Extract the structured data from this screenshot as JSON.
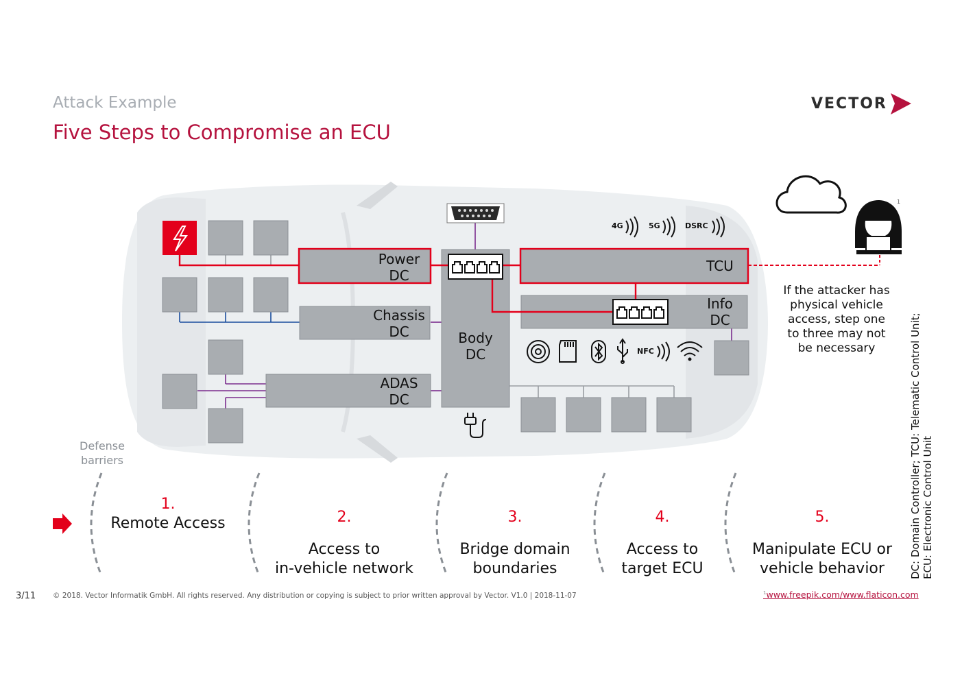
{
  "header": {
    "subtitle": "Attack Example",
    "title": "Five Steps to Compromise an ECU",
    "logo_text": "VECTOR"
  },
  "colors": {
    "brand_red": "#b5123e",
    "attack_red": "#e3001b",
    "box_gray": "#a9adb1",
    "purple_line": "#7b2d8e",
    "blue_line": "#1a4d9e"
  },
  "diagram": {
    "domain_controllers": {
      "power": "Power\nDC",
      "chassis": "Chassis\nDC",
      "adas": "ADAS\nDC",
      "body": "Body\nDC",
      "tcu": "TCU",
      "info": "Info\nDC"
    },
    "signals": {
      "g4": "4G",
      "g5": "5G",
      "dsrc": "DSRC",
      "nfc": "NFC"
    },
    "icons": [
      "lightning-icon",
      "obd-port-icon",
      "ethernet-switch-icon",
      "cd-icon",
      "sd-card-icon",
      "bluetooth-icon",
      "usb-icon",
      "nfc-icon",
      "wifi-icon",
      "charging-plug-icon",
      "cloud-icon",
      "hacker-icon"
    ],
    "hacker_footnote": "1",
    "attacker_note": "If the attacker has physical vehicle access, step one to three may not be necessary"
  },
  "defense_label": "Defense\nbarriers",
  "steps": [
    {
      "num": "1.",
      "label": "Remote Access"
    },
    {
      "num": "2.",
      "label": "Access to\nin-vehicle network"
    },
    {
      "num": "3.",
      "label": "Bridge domain\nboundaries"
    },
    {
      "num": "4.",
      "label": "Access to\ntarget ECU"
    },
    {
      "num": "5.",
      "label": "Manipulate ECU or\nvehicle behavior"
    }
  ],
  "abbreviations": {
    "line1": "DC: Domain Controller; TCU: Telematic Control Unit;",
    "line2": "ECU: Electronic Control Unit"
  },
  "footer": {
    "page": "3/11",
    "copyright": "© 2018. Vector Informatik GmbH. All rights reserved. Any distribution or copying is subject to prior written approval by Vector. V1.0 | 2018-11-07",
    "link_sup": "1",
    "link": "www.freepik.com/www.flaticon.com"
  }
}
